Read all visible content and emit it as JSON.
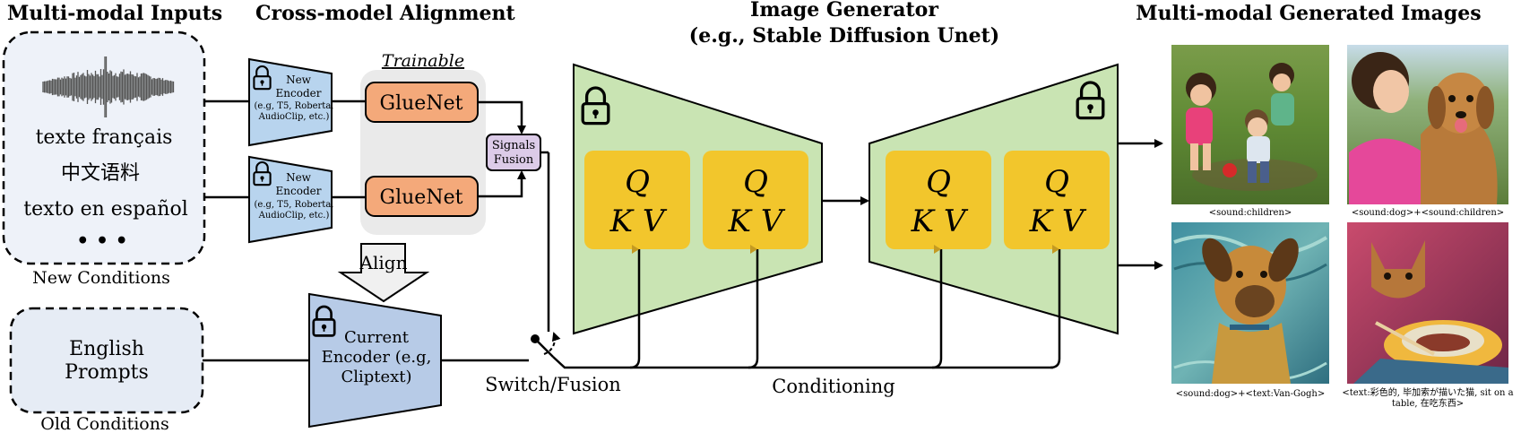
{
  "headers": {
    "inputs": "Multi-modal Inputs",
    "alignment": "Cross-model Alignment",
    "generator_line1": "Image Generator",
    "generator_line2": "(e.g., Stable Diffusion Unet)",
    "outputs": "Multi-modal Generated Images"
  },
  "inputs": {
    "new_items": [
      "texte français",
      "中文语料",
      "texto en español",
      "• • •"
    ],
    "new_conditions": "New Conditions",
    "old_item_line1": "English",
    "old_item_line2": "Prompts",
    "old_conditions": "Old Conditions"
  },
  "alignment": {
    "trainable": "Trainable",
    "gluenet": "GlueNet",
    "new_encoder": [
      "New",
      "Encoder",
      "(e.g, T5, Roberta,",
      "AudioClip, etc.)"
    ],
    "signals_fusion": [
      "Signals",
      "Fusion"
    ],
    "align": "Align",
    "current_encoder": [
      "Current",
      "Encoder (e.g,",
      "Cliptext)"
    ],
    "switch_fusion": "Switch/Fusion"
  },
  "generator": {
    "q": "Q",
    "kv": "K V",
    "conditioning": "Conditioning"
  },
  "outputs": {
    "captions": [
      "<sound:children>",
      "<sound:dog>+<sound:children>",
      "<sound:dog>+<text:Van-Gogh>",
      "<text:彩色的, 毕加索が描いた猫, sit on a",
      "table, 在吃东西>"
    ]
  },
  "colors": {
    "gluenet_fill": "#f4a97a",
    "encoder_fill": "#b8d4ee",
    "current_encoder_fill": "#b7cbe7",
    "fusion_fill": "#dccbe8",
    "unet_fill": "#c9e4b3",
    "attn_fill": "#f2c62c",
    "input_box_fill": "#eef2f9",
    "new_conditions_color": "#3e6e2a",
    "old_conditions_color": "#b22a1c"
  }
}
